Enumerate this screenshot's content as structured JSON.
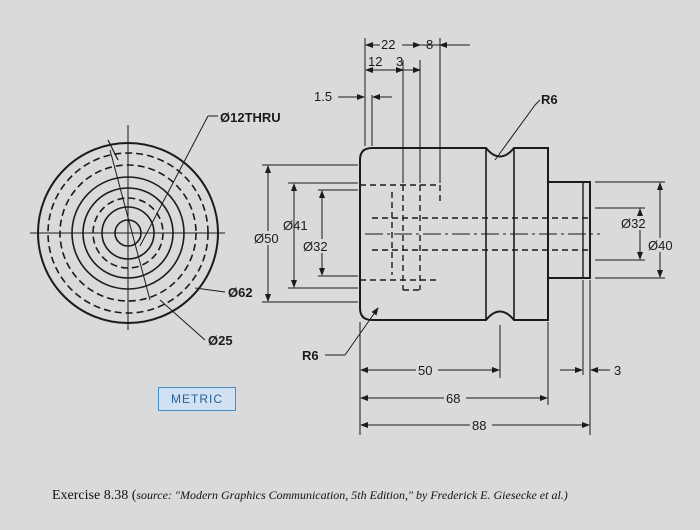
{
  "front_view": {
    "hole_label": "Ø12THRU",
    "inner_dia_label": "Ø25",
    "outer_dia_label": "Ø62"
  },
  "side_view": {
    "dims_top": {
      "d22": "22",
      "d8": "8",
      "d12": "12",
      "d3": "3",
      "d15": "1.5"
    },
    "radius_top": "R6",
    "radius_bottom": "R6",
    "dia_41": "Ø41",
    "dia_50": "Ø50",
    "dia_32_left": "Ø32",
    "dia_32_right": "Ø32",
    "dia_40": "Ø40",
    "len_50": "50",
    "len_68": "68",
    "len_88": "88",
    "len_3": "3"
  },
  "badge": {
    "label": "METRIC"
  },
  "caption": {
    "main": "Exercise 8.38",
    "source_open": " (",
    "source_word": "source:",
    "source_text": " \"Modern Graphics Communication, 5th Edition,\" by Frederick E. Giesecke et al.)"
  },
  "colors": {
    "line": "#1b1b1b",
    "badge_border": "#4a8cc4",
    "badge_fill": "#cfe1f2"
  }
}
